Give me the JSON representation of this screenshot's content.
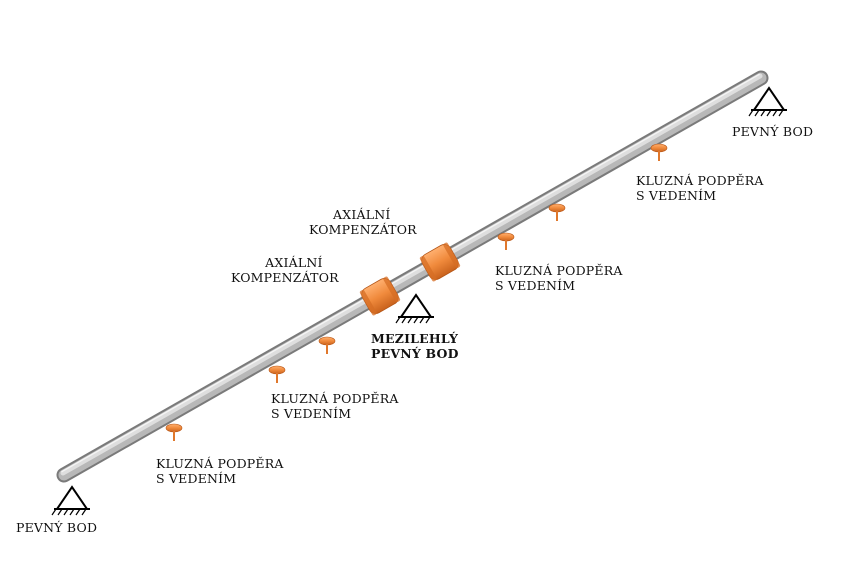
{
  "labels": {
    "fixed_point_left": "PEVNÝ BOD",
    "fixed_point_right": "PEVNÝ BOD",
    "intermediate_fixed": [
      "MEZILEHLÝ",
      "PEVNÝ BOD"
    ],
    "compensator_1": [
      "AXIÁLNÍ",
      "KOMPENZÁTOR"
    ],
    "compensator_2": [
      "AXIÁLNÍ",
      "KOMPENZÁTOR"
    ],
    "sliding_support_1": [
      "KLUZNÁ PODPĚRA",
      "S VEDENÍM"
    ],
    "sliding_support_2": [
      "KLUZNÁ PODPĚRA",
      "S VEDENÍM"
    ],
    "sliding_support_3": [
      "KLUZNÁ PODPĚRA",
      "S VEDENÍM"
    ],
    "sliding_support_4": [
      "KLUZNÁ PODPĚRA",
      "S VEDENÍM"
    ]
  },
  "colors": {
    "pipe_light": "#e6e6e6",
    "pipe_mid": "#b4b4b4",
    "pipe_dark": "#7a7a7a",
    "component_orange": "#f08a3c",
    "component_orange_dark": "#c9621c",
    "support_line": "#000000"
  }
}
